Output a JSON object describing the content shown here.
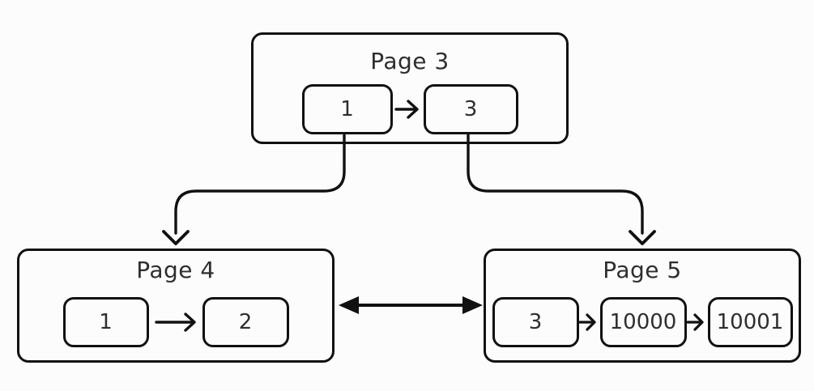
{
  "diagram": {
    "type": "b-tree-pages",
    "colors": {
      "stroke": "#111111",
      "text": "#2e2e2e",
      "background": "#fcfcfc"
    },
    "pages": [
      {
        "title": "Page 3",
        "cells": [
          "1",
          "3"
        ]
      },
      {
        "title": "Page 4",
        "cells": [
          "1",
          "2"
        ]
      },
      {
        "title": "Page 5",
        "cells": [
          "3",
          "10000",
          "10001"
        ]
      }
    ],
    "edges": [
      {
        "from": "Page 3 cell 1",
        "to": "Page 4",
        "style": "elbow-arrow-down"
      },
      {
        "from": "Page 3 cell 3",
        "to": "Page 5",
        "style": "elbow-arrow-down"
      },
      {
        "from": "Page 4",
        "to": "Page 5",
        "style": "double-headed-arrow"
      }
    ]
  }
}
